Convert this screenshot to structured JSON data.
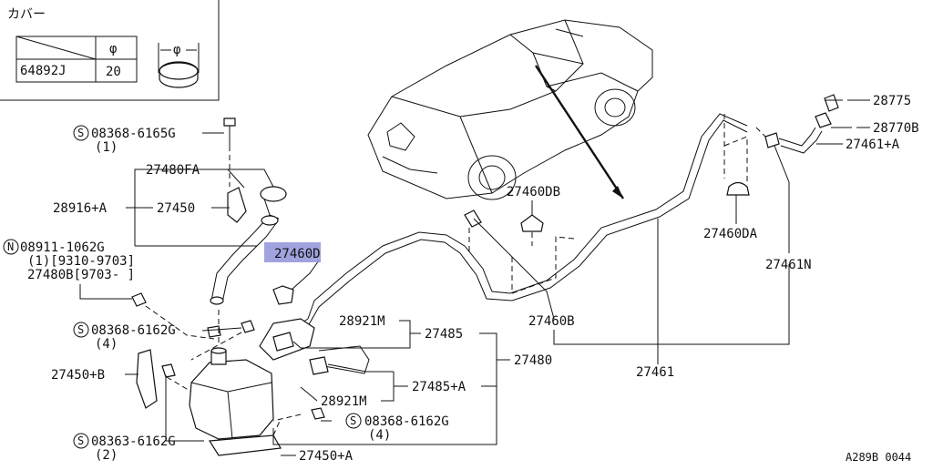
{
  "cover_box": {
    "title": "カバー",
    "col_phi": "φ",
    "row_part": "64892J",
    "row_value": "20",
    "dim_label": "φ"
  },
  "labels": {
    "bolt_top": "08368-6165G",
    "bolt_top_qty": "(1)",
    "p27480FA": "27480FA",
    "p28916A": "28916+A",
    "p27450": "27450",
    "nut": "08911-1062G",
    "nut_note1": "(1)[9310-9703]",
    "p27480B": "27480B[9703-     ]",
    "p27460D": "27460D",
    "bolt_mid": "08368-6162G",
    "bolt_mid_qty": "(4)",
    "p27450B": "27450+B",
    "bolt_bot": "08363-6162G",
    "bolt_bot_qty": "(2)",
    "p27450A": "27450+A",
    "bolt_right": "08368-6162G",
    "bolt_right_qty": "(4)",
    "p28921M_a": "28921M",
    "p28921M_b": "28921M",
    "p27485": "27485",
    "p27485A": "27485+A",
    "p27480": "27480",
    "p27460DB": "27460DB",
    "p27460B": "27460B",
    "p27461": "27461",
    "p27460DA": "27460DA",
    "p27461N": "27461N",
    "p28775": "28775",
    "p28770B": "28770B",
    "p27461A": "27461+A",
    "code": "A289B 0044"
  }
}
